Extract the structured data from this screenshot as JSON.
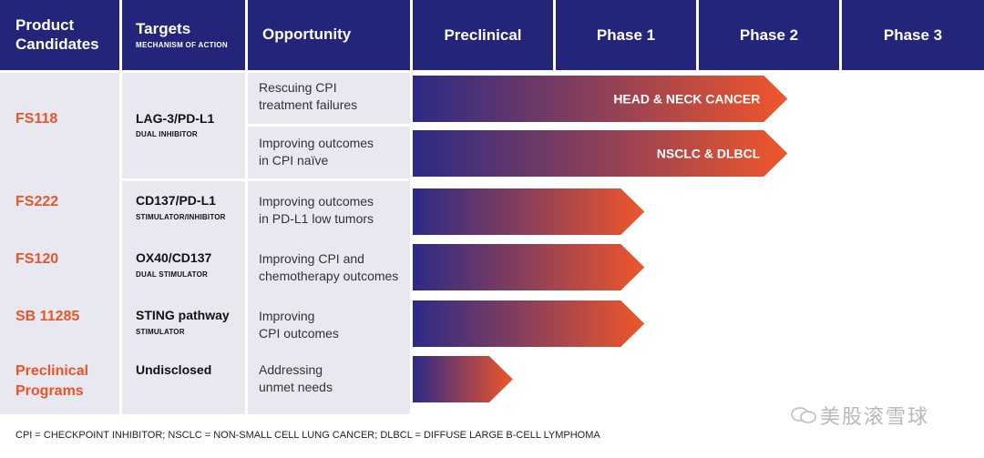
{
  "header": {
    "candidates": "Product\nCandidates",
    "targets": "Targets",
    "targets_sub": "MECHANISM OF ACTION",
    "opportunity": "Opportunity",
    "phases": [
      "Preclinical",
      "Phase 1",
      "Phase 2",
      "Phase 3"
    ]
  },
  "rows": [
    {
      "candidate": "FS118",
      "target": "LAG-3/PD-L1",
      "target_sub": "DUAL INHIBITOR"
    },
    {
      "candidate": "FS222",
      "target": "CD137/PD-L1",
      "target_sub": "STIMULATOR/INHIBITOR"
    },
    {
      "candidate": "FS120",
      "target": "OX40/CD137",
      "target_sub": "DUAL STIMULATOR"
    },
    {
      "candidate": "SB 11285",
      "target": "STING pathway",
      "target_sub": "STIMULATOR"
    },
    {
      "candidate": "Preclinical\nPrograms",
      "target": "Undisclosed",
      "target_sub": ""
    }
  ],
  "opportunities": [
    "Rescuing CPI\ntreatment failures",
    "Improving outcomes\nin CPI naïve",
    "Improving outcomes\nin PD-L1 low tumors",
    "Improving CPI and\nchemotherapy outcomes",
    "Improving\nCPI outcomes",
    "Addressing\nunmet needs"
  ],
  "chart_data": {
    "type": "bar",
    "categories": [
      "FS118 – Rescuing CPI treatment failures",
      "FS118 – Improving outcomes in CPI naïve",
      "FS222",
      "FS120",
      "SB 11285",
      "Preclinical Programs"
    ],
    "x_categories": [
      "Preclinical",
      "Phase 1",
      "Phase 2",
      "Phase 3"
    ],
    "values": [
      2.62,
      2.62,
      1.62,
      1.62,
      1.62,
      0.7
    ],
    "bar_labels": [
      "HEAD & NECK CANCER",
      "NSCLC & DLBCL",
      "",
      "",
      "",
      ""
    ],
    "xlim": [
      0,
      4
    ]
  },
  "colors": {
    "header_bg": "#22257a",
    "candidate_text": "#ea5428",
    "cell_bg": "#e8e8f1",
    "bar_start": "#2b2a86",
    "bar_end": "#f0562a"
  },
  "footnote": "CPI = CHECKPOINT INHIBITOR; NSCLC = NON-SMALL CELL LUNG CANCER; DLBCL = DIFFUSE LARGE B-CELL LYMPHOMA",
  "watermark": "美股滚雪球"
}
